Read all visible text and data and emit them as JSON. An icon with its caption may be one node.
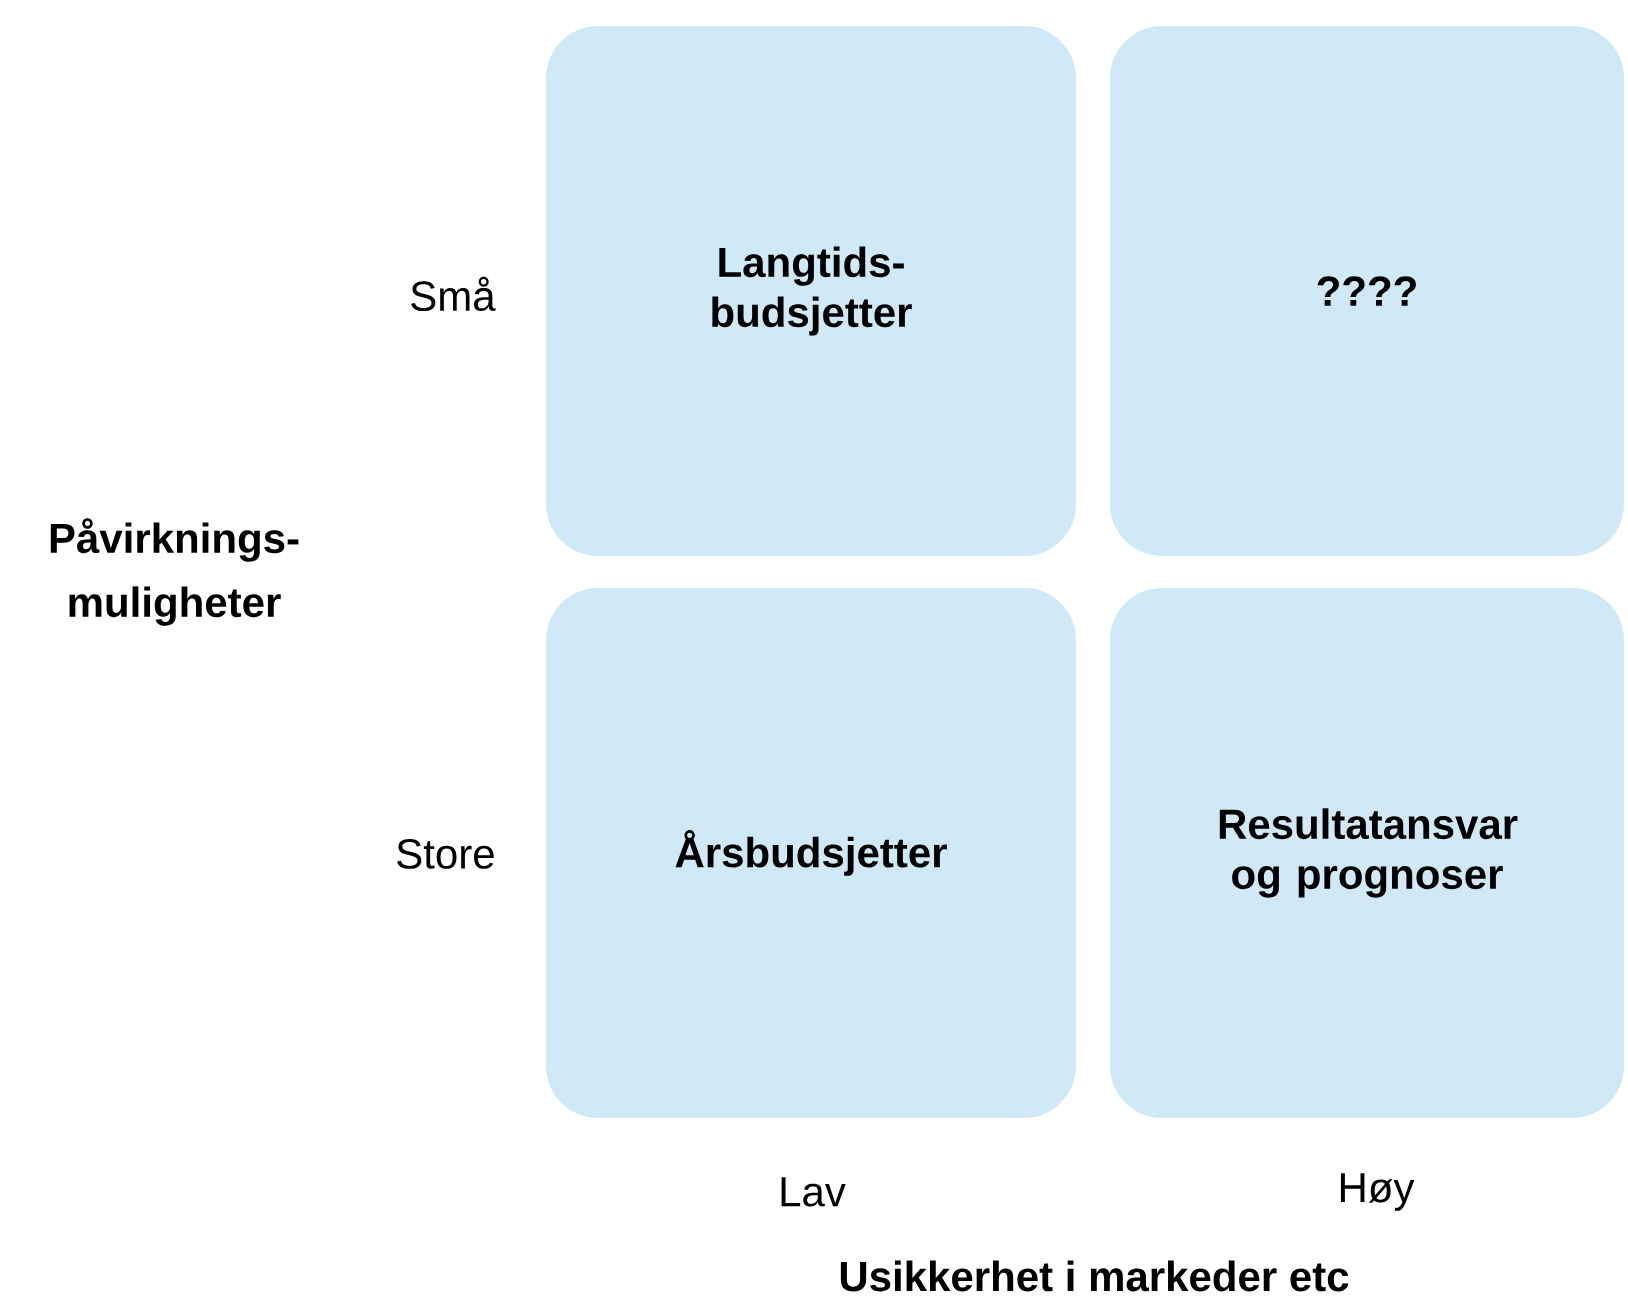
{
  "diagram": {
    "nodes": [
      {
        "text": [
          "Langtids- budsjetter"
        ]
      },
      {
        "text": [
          "????"
        ]
      },
      {
        "text": [
          "Årsbudsjetter"
        ]
      },
      {
        "text": [
          "Resultatansvar og prognoser"
        ]
      }
    ],
    "labels": [
      "Små",
      "Påvirknings- muligheter",
      "Store",
      "Lav",
      "Høy",
      "Usikkerhet i markeder etc"
    ]
  }
}
